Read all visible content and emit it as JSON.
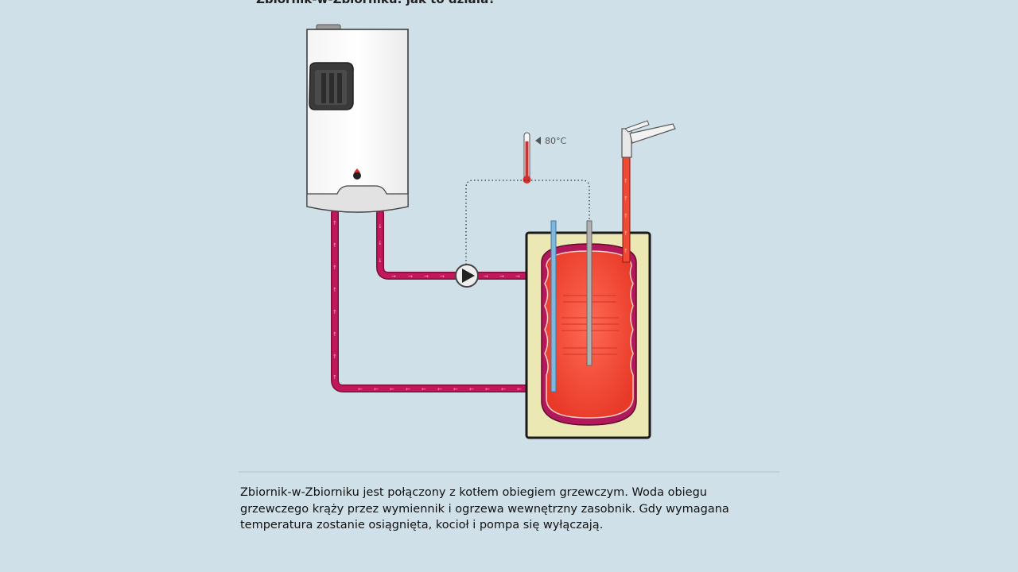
{
  "header": {
    "title": "Zbiornik-w-Zbiorniku: jak to działa?"
  },
  "diagram": {
    "thermostat_label": "80°C",
    "colors": {
      "background": "#cfe0e8",
      "heating_pipe": "#c2185b",
      "hot_water": "#ef4a36",
      "cold_water": "#7fb8dc",
      "insulation": "#ece8b4",
      "boiler_body": "#ffffff",
      "boiler_panel": "#e4e4e4"
    },
    "icons": [
      "boiler-icon",
      "pump-icon",
      "thermometer-icon",
      "tap-icon",
      "tank-icon"
    ]
  },
  "description": {
    "text": "Zbiornik-w-Zbiorniku jest połączony z kotłem obiegiem grzewczym.  Woda obiegu grzewczego krąży przez wymiennik i ogrzewa wewnętrzny zasobnik. Gdy wymagana temperatura zostanie osiągnięta, kocioł i pompa się wyłączają."
  }
}
